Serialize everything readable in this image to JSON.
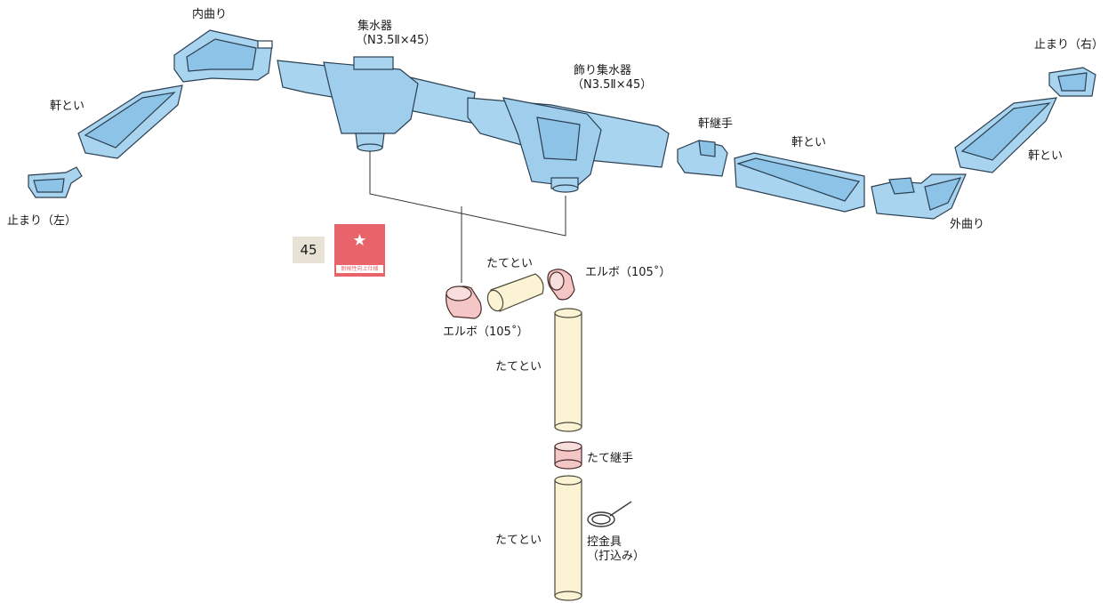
{
  "labels": {
    "inner_corner": "内曲り",
    "eaves_gutter_left": "軒とい",
    "stop_end_left": "止まり（左）",
    "outlet": "集水器",
    "outlet_spec": "（N3.5Ⅱ×45）",
    "deco_outlet": "飾り集水器",
    "deco_outlet_spec": "（N3.5Ⅱ×45）",
    "eaves_joint": "軒継手",
    "eaves_gutter_mid": "軒とい",
    "stop_end_right": "止まり（右）",
    "eaves_gutter_right": "軒とい",
    "outer_corner": "外曲り",
    "downpipe_short": "たてとい",
    "elbow_right": "エルボ（105˚）",
    "elbow_left": "エルボ（105˚）",
    "downpipe_upper": "たてとい",
    "pipe_joint": "たて継手",
    "downpipe_lower": "たてとい",
    "bracket": "控金具",
    "bracket_spec": "（打込み）"
  },
  "badge": {
    "number": "45",
    "star": "★",
    "caption": "耐候性向上仕様"
  },
  "colors": {
    "gutter_fill": "#a9d4ef",
    "gutter_stroke": "#2a3f52",
    "pipe_fill": "#fbf3d3",
    "elbow_fill": "#f5c6c6",
    "badge_red": "#e9646a",
    "badge_beige": "#e8e2d6"
  }
}
